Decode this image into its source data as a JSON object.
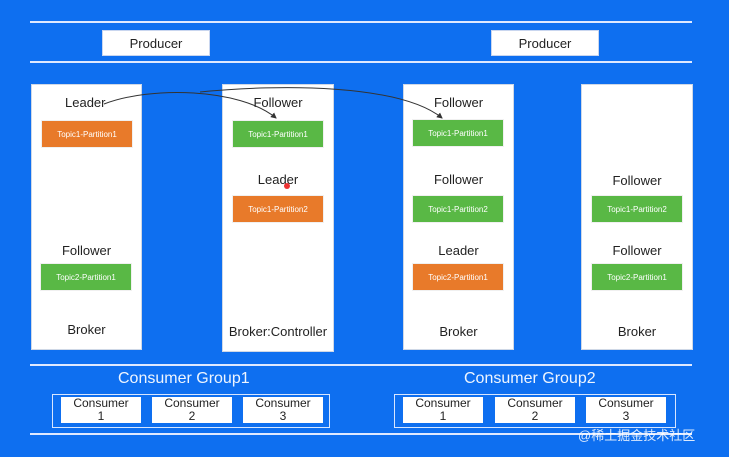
{
  "producers": [
    "Producer",
    "Producer"
  ],
  "brokers": [
    {
      "name": "Broker",
      "slots": [
        {
          "role": "Leader",
          "partition": "Topic1-Partition1",
          "color": "orange"
        },
        {
          "role": "Follower",
          "partition": "Topic2-Partition1",
          "color": "green"
        }
      ]
    },
    {
      "name": "Broker:Controller",
      "slots": [
        {
          "role": "Follower",
          "partition": "Topic1-Partition1",
          "color": "green"
        },
        {
          "role": "Leader",
          "partition": "Topic1-Partition2",
          "color": "orange"
        }
      ]
    },
    {
      "name": "Broker",
      "slots": [
        {
          "role": "Follower",
          "partition": "Topic1-Partition1",
          "color": "green"
        },
        {
          "role": "Follower",
          "partition": "Topic1-Partition2",
          "color": "green"
        },
        {
          "role": "Leader",
          "partition": "Topic2-Partition1",
          "color": "orange"
        }
      ]
    },
    {
      "name": "Broker",
      "slots": [
        {
          "role": "Follower",
          "partition": "Topic1-Partition2",
          "color": "green"
        },
        {
          "role": "Follower",
          "partition": "Topic2-Partition1",
          "color": "green"
        }
      ]
    }
  ],
  "consumer_groups": [
    {
      "title": "Consumer Group1",
      "consumers": [
        {
          "label": "Consumer",
          "num": "1"
        },
        {
          "label": "Consumer",
          "num": "2"
        },
        {
          "label": "Consumer",
          "num": "3"
        }
      ]
    },
    {
      "title": "Consumer Group2",
      "consumers": [
        {
          "label": "Consumer",
          "num": "1"
        },
        {
          "label": "Consumer",
          "num": "2"
        },
        {
          "label": "Consumer",
          "num": "3"
        }
      ]
    }
  ],
  "watermark": "@稀土掘金技术社区",
  "colors": {
    "background": "#0e6ff0",
    "leader_partition": "#e87a2a",
    "follower_partition": "#59b845"
  }
}
